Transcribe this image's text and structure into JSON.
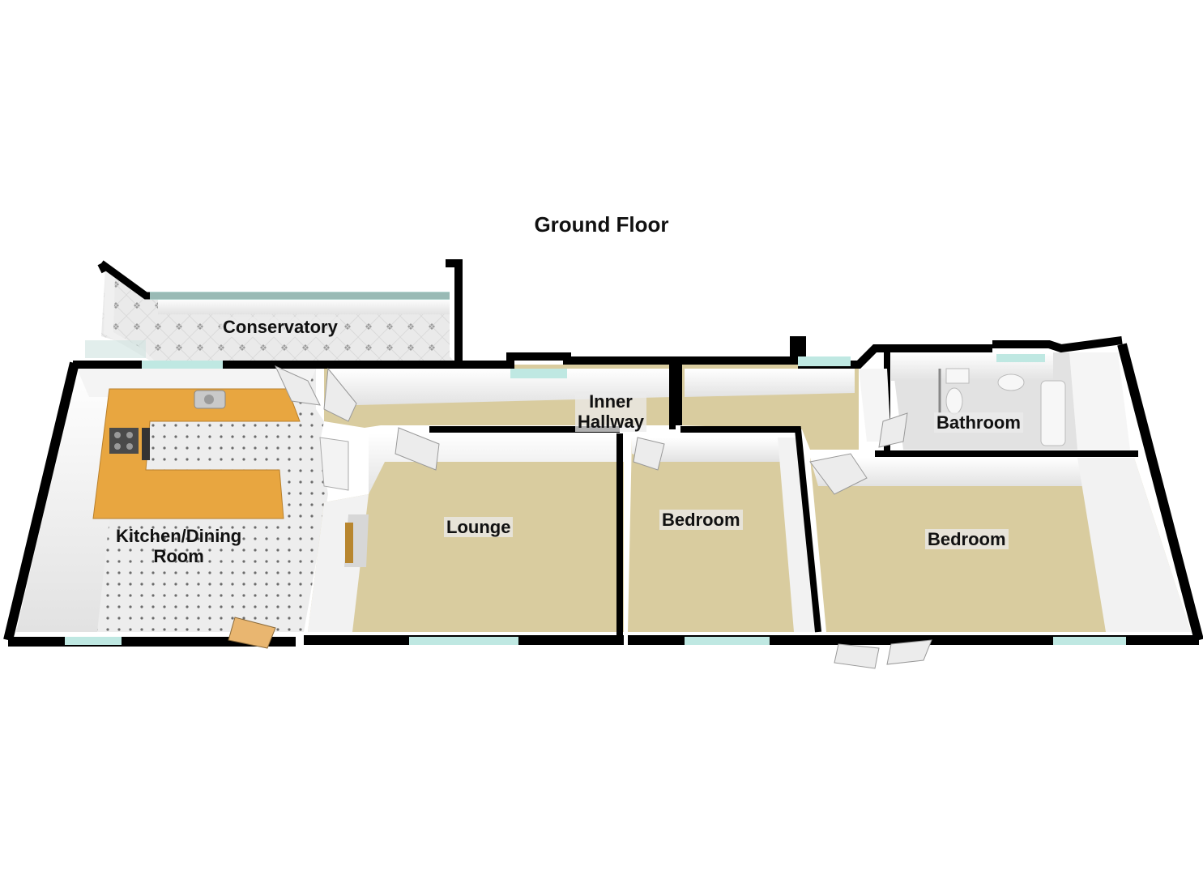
{
  "floor_title": "Ground Floor",
  "rooms": {
    "conservatory": "Conservatory",
    "kitchen_line1": "Kitchen/Dining",
    "kitchen_line2": "Room",
    "hallway_line1": "Inner",
    "hallway_line2": "Hallway",
    "lounge": "Lounge",
    "bedroom_small": "Bedroom",
    "bedroom_large": "Bedroom",
    "bathroom": "Bathroom"
  },
  "colors": {
    "wall": "#000000",
    "carpet": "#d9cc9f",
    "tile": "#e9e9e9",
    "worktop": "#e8a640",
    "window": "#bfe8e2",
    "inner_wall": "#f3f3f3"
  }
}
